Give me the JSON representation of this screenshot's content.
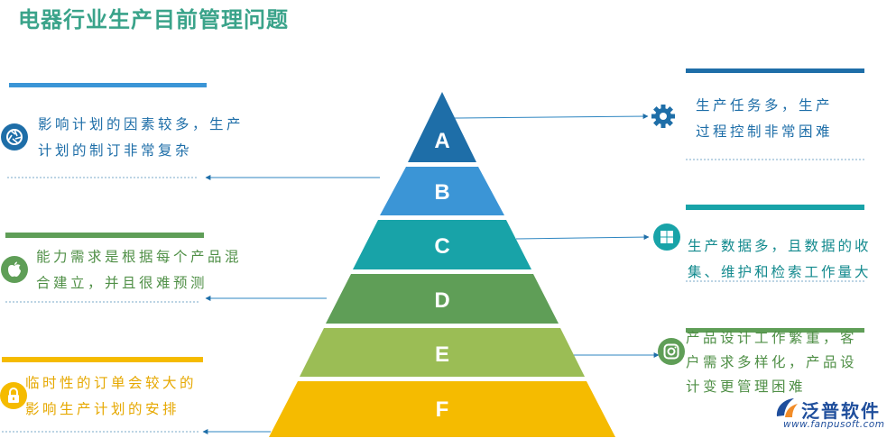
{
  "title": "电器行业生产目前管理问题",
  "levels": [
    {
      "label": "A",
      "color": "#1e6ea8"
    },
    {
      "label": "B",
      "color": "#3b95d6"
    },
    {
      "label": "C",
      "color": "#18a3a8"
    },
    {
      "label": "D",
      "color": "#5f9e57"
    },
    {
      "label": "E",
      "color": "#9bbd55"
    },
    {
      "label": "F",
      "color": "#f5bb00"
    }
  ],
  "items": [
    {
      "lines": [
        "影响计划的因素较多，生产",
        "计划的制订非常复杂"
      ],
      "icon": "camera-shutter-icon",
      "color": "#1e6ea8"
    },
    {
      "lines": [
        "能力需求是根据每个产品混",
        "合建立，并且很难预测"
      ],
      "icon": "apple-icon",
      "color": "#5f9e57"
    },
    {
      "lines": [
        "临时性的订单会较大的",
        "影响生产计划的安排"
      ],
      "icon": "lock-icon",
      "color": "#e6a800"
    },
    {
      "lines": [
        "生产任务多，生产",
        "过程控制非常困难"
      ],
      "icon": "gear-icon",
      "color": "#1e6ea8"
    },
    {
      "lines": [
        "生产数据多，且数据的收",
        "集、维护和检索工作量大"
      ],
      "icon": "windows-icon",
      "color": "#18a3a8"
    },
    {
      "lines": [
        "产品设计工作繁重，客",
        "户需求多样化，产品设",
        "计变更管理困难"
      ],
      "icon": "instagram-icon",
      "color": "#5f9e57"
    }
  ],
  "logo": {
    "name": "泛普软件",
    "url": "www.fanpusoft.com"
  }
}
